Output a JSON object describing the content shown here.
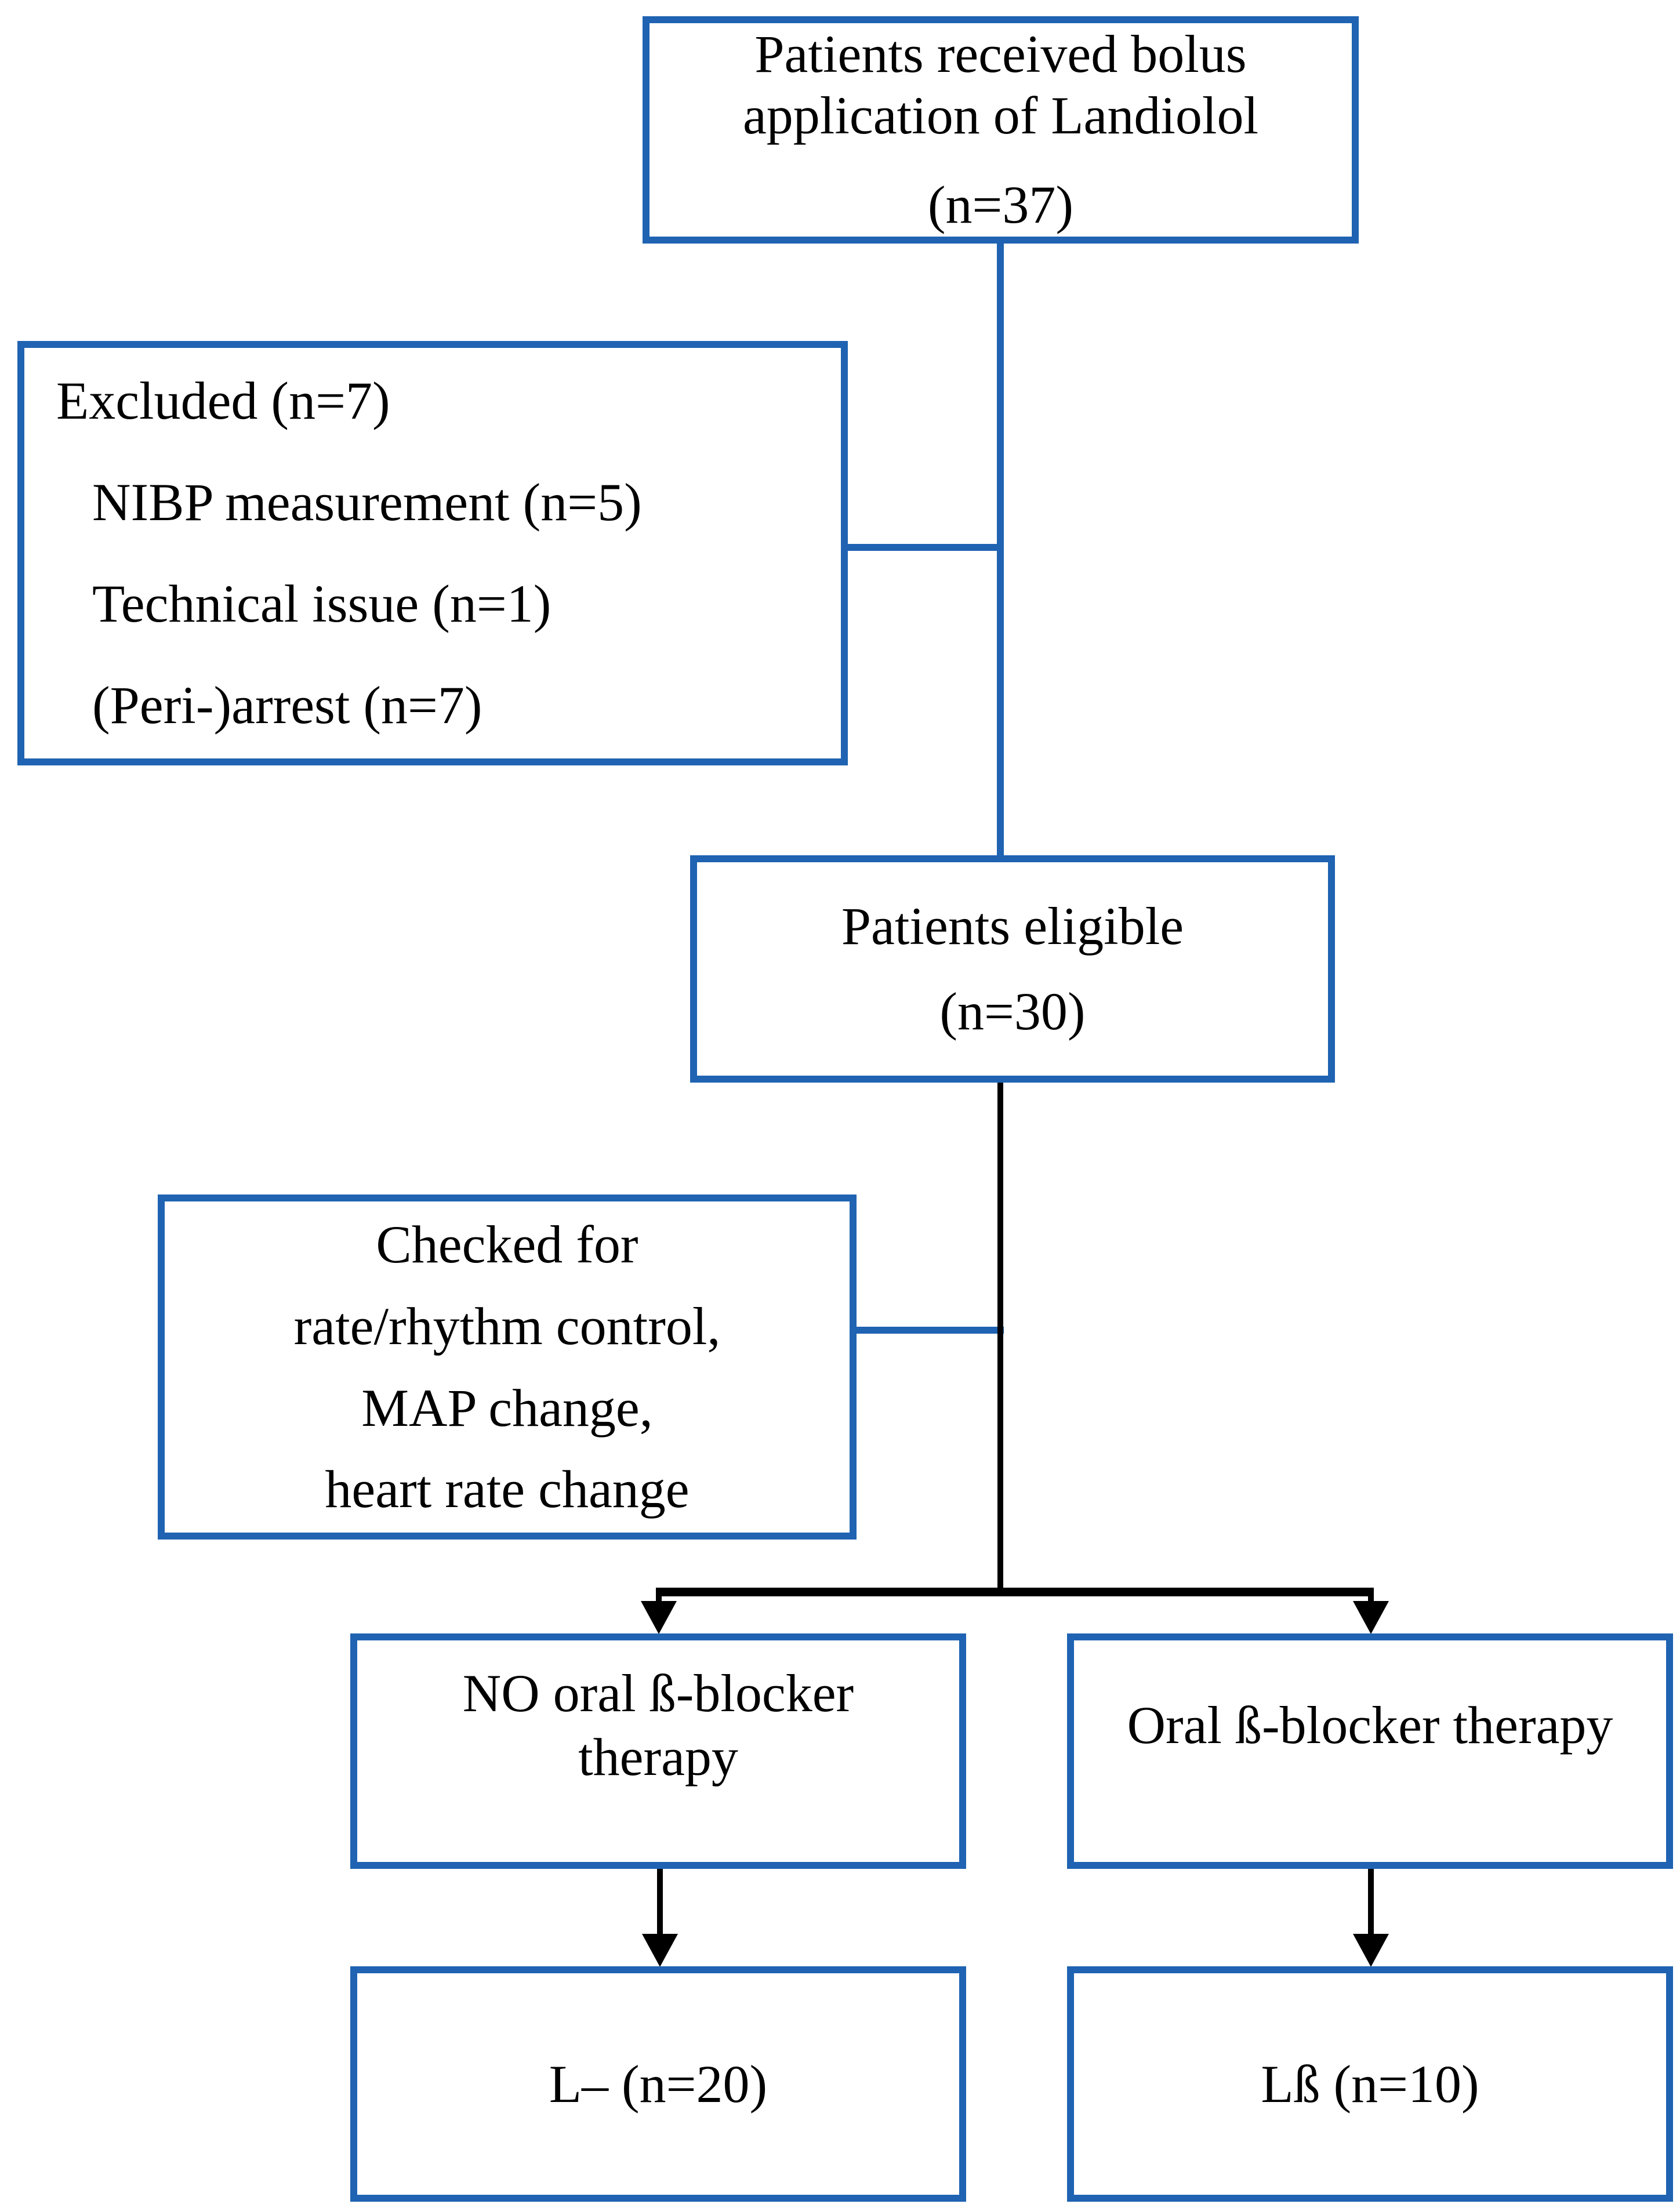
{
  "colors": {
    "box_border_blue": "#1F63B2",
    "connector_blue": "#1F63B2",
    "connector_black": "#000000",
    "text": "#000000",
    "background": "#FFFFFF"
  },
  "flowchart": {
    "enrolled": {
      "line1": "Patients received bolus",
      "line2": "application of Landiolol",
      "count": "(n=37)"
    },
    "excluded": {
      "title": "Excluded (n=7)",
      "item1": "NIBP measurement (n=5)",
      "item2": "Technical issue (n=1)",
      "item3": "(Peri-)arrest (n=7)"
    },
    "eligible": {
      "line1": "Patients eligible",
      "count": "(n=30)"
    },
    "checked": {
      "line1": "Checked for",
      "line2": "rate/rhythm control,",
      "line3": "MAP change,",
      "line4": "heart rate change"
    },
    "no_oral_bb": {
      "line1": "NO oral ß-blocker",
      "line2": "therapy"
    },
    "oral_bb": {
      "line1": "Oral ß-blocker therapy"
    },
    "group_l_minus": {
      "label": "L– (n=20)"
    },
    "group_l_beta": {
      "label": "Lß (n=10)"
    }
  }
}
